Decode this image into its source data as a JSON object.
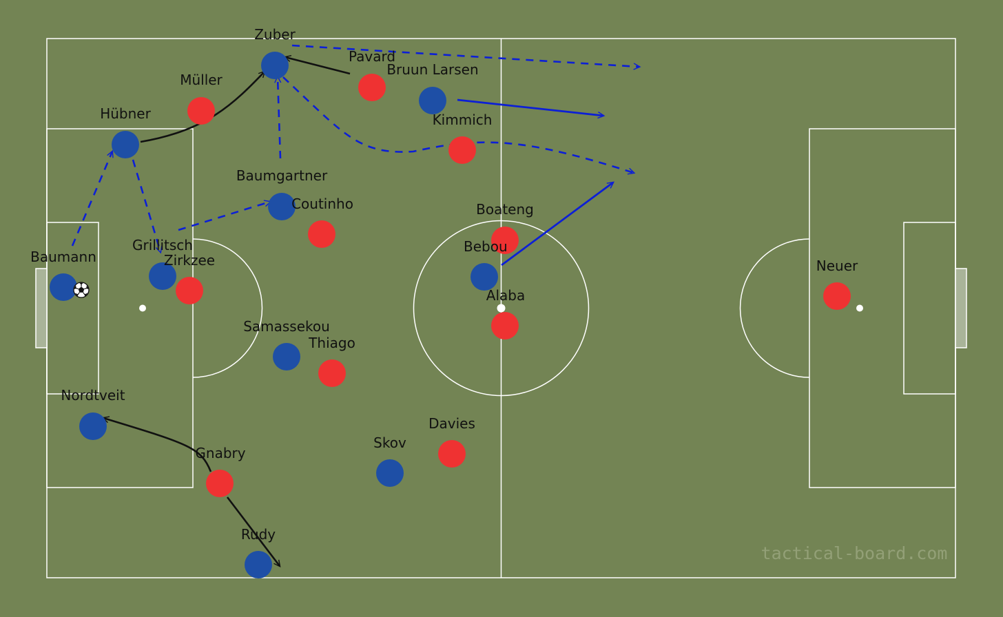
{
  "colors": {
    "pitch": "#738454",
    "lines": "#ffffff",
    "home_team": "#1e4fa6",
    "away_team": "#ef3232",
    "arrow_dribble": "#111111",
    "arrow_run": "#0c1fd6",
    "arrow_pass": "#0c1fd6"
  },
  "players": [
    {
      "name": "Zuber",
      "team": "home"
    },
    {
      "name": "Pavard",
      "team": "away"
    },
    {
      "name": "Bruun Larsen",
      "team": "home"
    },
    {
      "name": "Müller",
      "team": "away"
    },
    {
      "name": "Hübner",
      "team": "home"
    },
    {
      "name": "Kimmich",
      "team": "away"
    },
    {
      "name": "Baumgartner",
      "team": "home"
    },
    {
      "name": "Coutinho",
      "team": "away"
    },
    {
      "name": "Boateng",
      "team": "away"
    },
    {
      "name": "Grillitsch",
      "team": "home"
    },
    {
      "name": "Zirkzee",
      "team": "away"
    },
    {
      "name": "Baumann",
      "team": "home"
    },
    {
      "name": "Bebou",
      "team": "home"
    },
    {
      "name": "Alaba",
      "team": "away"
    },
    {
      "name": "Neuer",
      "team": "away"
    },
    {
      "name": "Samassekou",
      "team": "home"
    },
    {
      "name": "Thiago",
      "team": "away"
    },
    {
      "name": "Nordtveit",
      "team": "home"
    },
    {
      "name": "Davies",
      "team": "away"
    },
    {
      "name": "Skov",
      "team": "home"
    },
    {
      "name": "Gnabry",
      "team": "away"
    },
    {
      "name": "Rudy",
      "team": "home"
    }
  ],
  "ball": {
    "icon": "football-icon"
  },
  "arrows": [
    {
      "id": "hubner-to-zuber-dribble",
      "style": "dribble"
    },
    {
      "id": "pavard-press-zuber",
      "style": "dribble"
    },
    {
      "id": "gnabry-press-nordtveit",
      "style": "dribble"
    },
    {
      "id": "gnabry-press-rudy",
      "style": "dribble"
    },
    {
      "id": "baumann-pass-hubner",
      "style": "pass"
    },
    {
      "id": "hubner-pass-grillitsch",
      "style": "pass"
    },
    {
      "id": "grillitsch-pass-baumgartner",
      "style": "pass"
    },
    {
      "id": "baumgartner-pass-zuber",
      "style": "pass"
    },
    {
      "id": "zuber-long-pass",
      "style": "pass"
    },
    {
      "id": "zuber-through-pass",
      "style": "pass"
    },
    {
      "id": "bruun-larsen-run",
      "style": "run"
    },
    {
      "id": "bebou-run",
      "style": "run"
    }
  ],
  "watermark": "tactical-board.com"
}
